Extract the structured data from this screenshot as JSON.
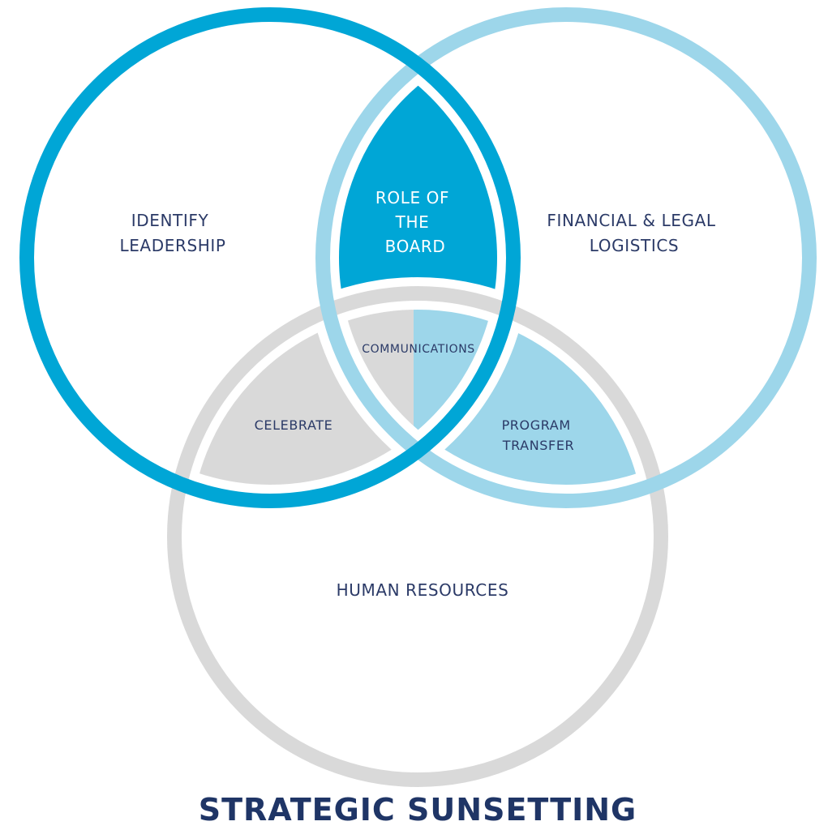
{
  "title": "STRATEGIC SUNSETTING",
  "circles": {
    "left": {
      "label": [
        "IDENTIFY",
        "LEADERSHIP"
      ],
      "color": "#00a6d6"
    },
    "right": {
      "label": [
        "FINANCIAL & LEGAL",
        "LOGISTICS"
      ],
      "color": "#9dd6ea"
    },
    "bottom": {
      "label": [
        "HUMAN RESOURCES"
      ],
      "color": "#d9d9d9"
    }
  },
  "overlaps": {
    "left_right": {
      "label": [
        "ROLE OF",
        "THE",
        "BOARD"
      ],
      "color": "#00a6d6"
    },
    "left_bottom": {
      "label": [
        "CELEBRATE"
      ],
      "color": "#d9d9d9"
    },
    "right_bottom": {
      "label": [
        "PROGRAM",
        "TRANSFER"
      ],
      "color": "#9dd6ea"
    },
    "center": {
      "label": [
        "COMMUNICATIONS"
      ],
      "color": "#ffffff"
    }
  },
  "colors": {
    "text_dark": "#2b3a67",
    "text_light": "#ffffff",
    "title": "#1f3566",
    "background": "#ffffff"
  }
}
